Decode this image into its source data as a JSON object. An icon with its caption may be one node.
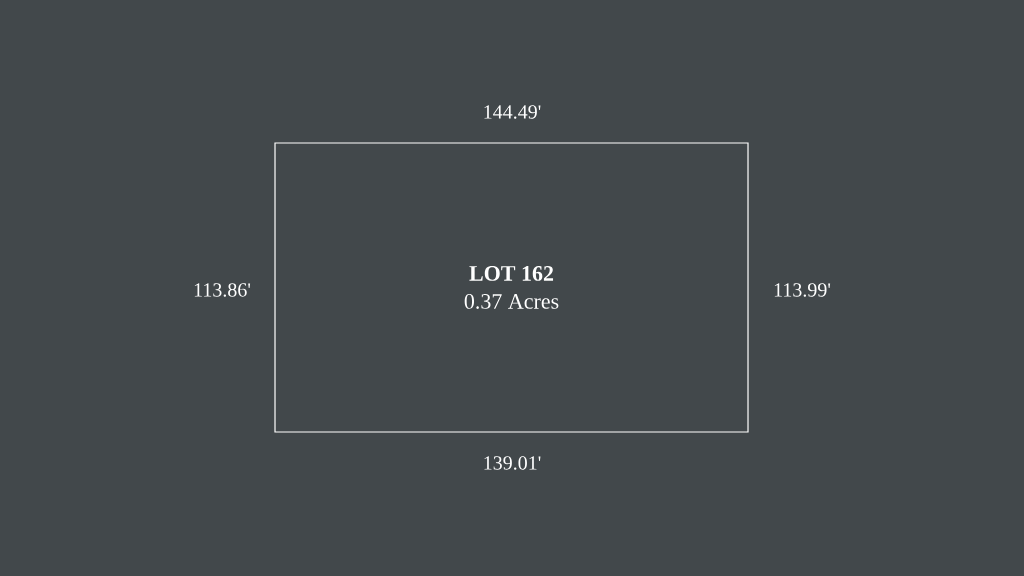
{
  "diagram": {
    "nodes": [
      {
        "text": [
          "LOT 162",
          "0.37 Acres"
        ]
      }
    ],
    "labels": [
      "144.49'",
      "113.86'",
      "113.99'",
      "139.01'"
    ]
  }
}
